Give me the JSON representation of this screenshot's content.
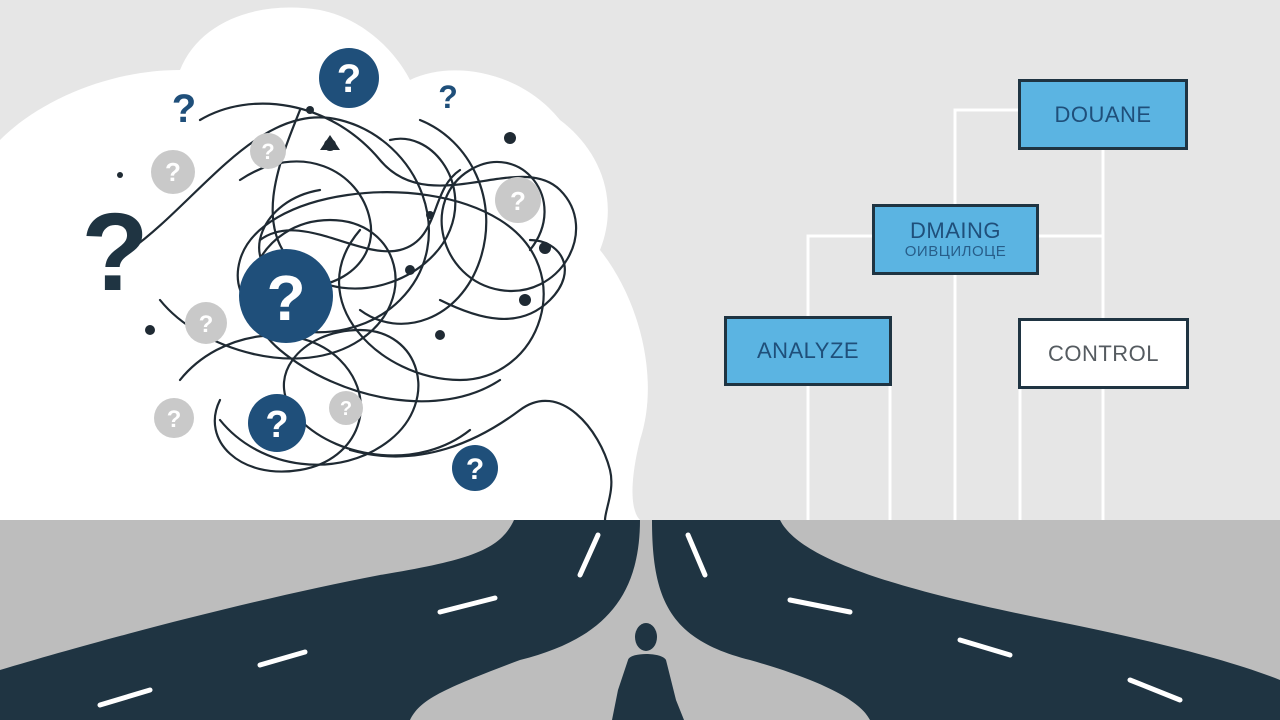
{
  "flowchart": {
    "boxes": [
      {
        "id": "top",
        "label": "DOUANE",
        "sublabel": "",
        "style": "blue"
      },
      {
        "id": "middle",
        "label": "DMAING",
        "sublabel": "ОИВЦИЛОЦЕ",
        "style": "blue"
      },
      {
        "id": "left",
        "label": "ANALYZE",
        "sublabel": "",
        "style": "blue"
      },
      {
        "id": "right",
        "label": "CONTROL",
        "sublabel": "",
        "style": "white"
      }
    ]
  },
  "colors": {
    "navy": "#1f4f7a",
    "road": "#1f3442",
    "box_blue": "#5bb4e2",
    "box_border": "#1f3442",
    "light_grey": "#c9c9c9",
    "background": "#e6e6e6",
    "ground": "#bdbdbd"
  },
  "icons": {
    "question_marks": "question-mark-icon",
    "person": "person-silhouette-icon"
  }
}
